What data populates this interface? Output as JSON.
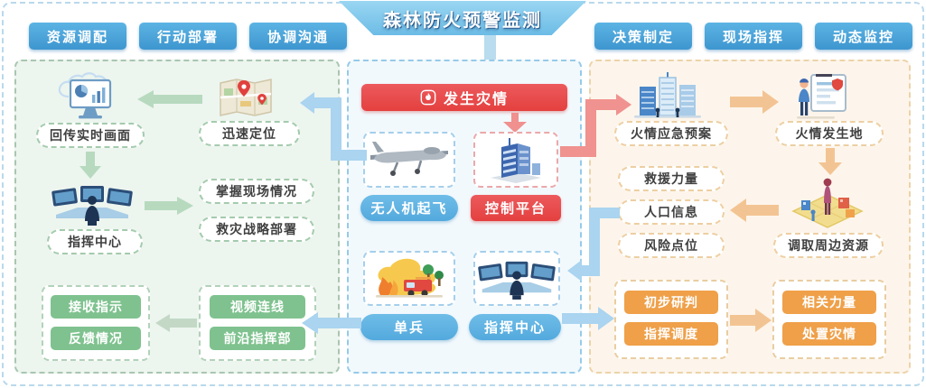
{
  "title": "森林防火预警监测",
  "top_buttons_left": [
    "资源调配",
    "行动部署",
    "协调沟通"
  ],
  "top_buttons_right": [
    "决策制定",
    "现场指挥",
    "动态监控"
  ],
  "center": {
    "incident": "发生灾情",
    "drone": "无人机起飞",
    "control": "控制平台",
    "soldier": "单兵",
    "command": "指挥中心"
  },
  "left": {
    "realtime": "回传实时画面",
    "locate": "迅速定位",
    "command": "指挥中心",
    "grasp": "掌握现场情况",
    "strategy": "救灾战略部署",
    "receive": "接收指示",
    "feedback": "反馈情况",
    "video": "视频连线",
    "front": "前沿指挥部"
  },
  "right": {
    "plan": "火情应急预案",
    "location": "火情发生地",
    "rescue": "救援力量",
    "population": "人口信息",
    "risk": "风险点位",
    "resources": "调取周边资源",
    "judge": "初步研判",
    "dispatch": "指挥调度",
    "forces": "相关力量",
    "handle": "处置灾情"
  },
  "icons": {
    "banner_flame": "flame-icon",
    "left_monitor": "monitor-chart-icon",
    "left_map": "map-pins-icon",
    "left_command": "command-center-icon",
    "center_drone": "drone-icon",
    "center_building": "control-building-icon",
    "center_fire": "fire-scene-icon",
    "center_command": "command-center-icon",
    "right_buildings": "city-buildings-icon",
    "right_person_map": "person-map-icon",
    "right_town": "town-resources-icon"
  },
  "colors": {
    "top_button_blue": "#45a0d6",
    "title_banner_blue": "#79c4e8",
    "incident_red": "#e8494e",
    "node_blue": "#5fb5e5",
    "node_green": "#7fc28f",
    "node_orange": "#efa049",
    "panel_left_bg": "#edf5ef",
    "panel_center_bg": "#f2f9fd",
    "panel_right_bg": "#fdf5eb",
    "arrow_green": "#b7dabf",
    "arrow_blue": "#aad4f0",
    "arrow_red": "#f0908f",
    "arrow_orange": "#f3c493"
  }
}
